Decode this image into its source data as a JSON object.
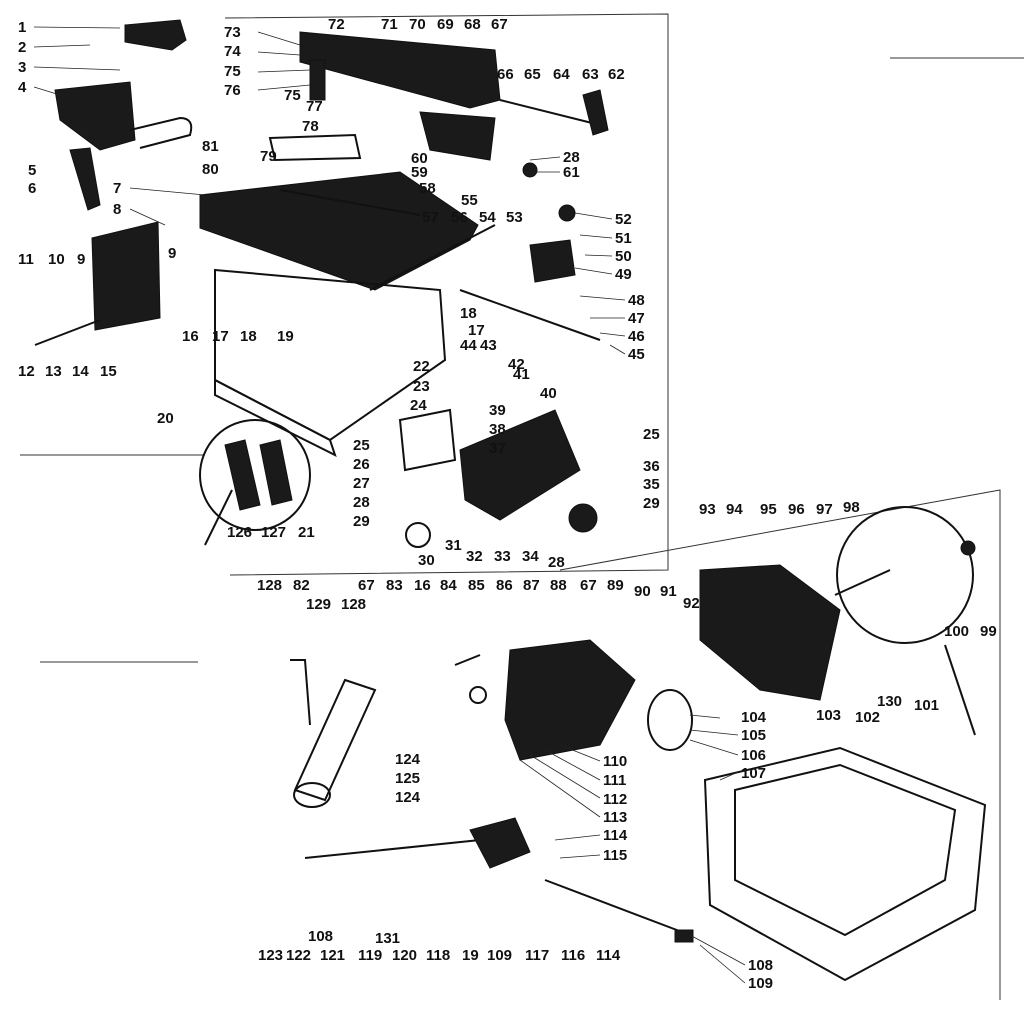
{
  "diagram": {
    "labels": [
      "1",
      "2",
      "3",
      "4",
      "5",
      "6",
      "7",
      "8",
      "9",
      "9",
      "10",
      "11",
      "12",
      "13",
      "14",
      "15",
      "16",
      "17",
      "18",
      "19",
      "20",
      "21",
      "22",
      "23",
      "24",
      "25",
      "25",
      "26",
      "27",
      "28",
      "28",
      "28",
      "29",
      "29",
      "30",
      "31",
      "32",
      "33",
      "34",
      "35",
      "36",
      "37",
      "38",
      "39",
      "40",
      "41",
      "42",
      "43",
      "44",
      "45",
      "46",
      "47",
      "48",
      "49",
      "50",
      "51",
      "52",
      "53",
      "54",
      "55",
      "56",
      "57",
      "58",
      "59",
      "60",
      "61",
      "62",
      "63",
      "64",
      "65",
      "66",
      "67",
      "68",
      "69",
      "70",
      "71",
      "72",
      "73",
      "74",
      "75",
      "75",
      "76",
      "77",
      "78",
      "79",
      "80",
      "81",
      "17",
      "18",
      "126",
      "127",
      "128",
      "82",
      "129",
      "128",
      "67",
      "83",
      "16",
      "84",
      "85",
      "86",
      "87",
      "88",
      "67",
      "89",
      "90",
      "91",
      "92",
      "93",
      "94",
      "95",
      "96",
      "97",
      "98",
      "99",
      "100",
      "101",
      "130",
      "102",
      "103",
      "104",
      "105",
      "106",
      "107",
      "124",
      "125",
      "124",
      "110",
      "111",
      "112",
      "113",
      "114",
      "115",
      "123",
      "122",
      "121",
      "108",
      "119",
      "131",
      "120",
      "118",
      "19",
      "109",
      "117",
      "116",
      "114",
      "108",
      "109"
    ]
  }
}
